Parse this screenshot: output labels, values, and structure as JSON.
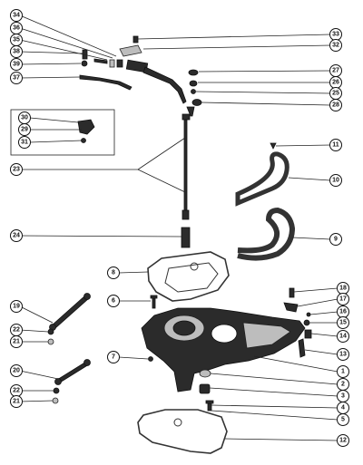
{
  "diagram": {
    "callouts": [
      {
        "id": "c34",
        "label": "34"
      },
      {
        "id": "c36",
        "label": "36"
      },
      {
        "id": "c35",
        "label": "35"
      },
      {
        "id": "c38",
        "label": "38"
      },
      {
        "id": "c39",
        "label": "39"
      },
      {
        "id": "c37",
        "label": "37"
      },
      {
        "id": "c33",
        "label": "33"
      },
      {
        "id": "c32",
        "label": "32"
      },
      {
        "id": "c27",
        "label": "27"
      },
      {
        "id": "c26",
        "label": "26"
      },
      {
        "id": "c25",
        "label": "25"
      },
      {
        "id": "c28",
        "label": "28"
      },
      {
        "id": "c30",
        "label": "30"
      },
      {
        "id": "c29",
        "label": "29"
      },
      {
        "id": "c31",
        "label": "31"
      },
      {
        "id": "c23",
        "label": "23"
      },
      {
        "id": "c11",
        "label": "11"
      },
      {
        "id": "c10",
        "label": "10"
      },
      {
        "id": "c24",
        "label": "24"
      },
      {
        "id": "c9",
        "label": "9"
      },
      {
        "id": "c8",
        "label": "8"
      },
      {
        "id": "c6",
        "label": "6"
      },
      {
        "id": "c19",
        "label": "19"
      },
      {
        "id": "c22a",
        "label": "22"
      },
      {
        "id": "c21a",
        "label": "21"
      },
      {
        "id": "c18",
        "label": "18"
      },
      {
        "id": "c17",
        "label": "17"
      },
      {
        "id": "c16",
        "label": "16"
      },
      {
        "id": "c15",
        "label": "15"
      },
      {
        "id": "c14",
        "label": "14"
      },
      {
        "id": "c13",
        "label": "13"
      },
      {
        "id": "c7",
        "label": "7"
      },
      {
        "id": "c20",
        "label": "20"
      },
      {
        "id": "c1",
        "label": "1"
      },
      {
        "id": "c2",
        "label": "2"
      },
      {
        "id": "c3",
        "label": "3"
      },
      {
        "id": "c22b",
        "label": "22"
      },
      {
        "id": "c21b",
        "label": "21"
      },
      {
        "id": "c4",
        "label": "4"
      },
      {
        "id": "c5",
        "label": "5"
      },
      {
        "id": "c12",
        "label": "12"
      }
    ]
  }
}
